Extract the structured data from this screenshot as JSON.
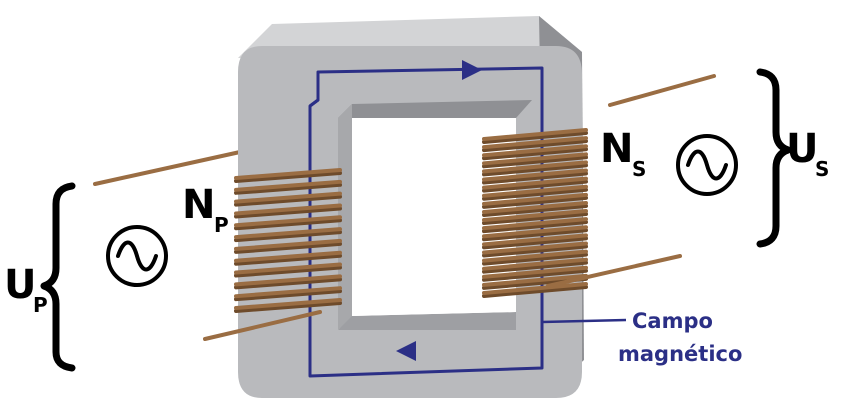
{
  "primary": {
    "voltage_symbol": "U",
    "voltage_sub": "P",
    "turns_symbol": "N",
    "turns_sub": "P",
    "source_icon": "ac-source-icon"
  },
  "secondary": {
    "voltage_symbol": "U",
    "voltage_sub": "S",
    "turns_symbol": "N",
    "turns_sub": "S",
    "source_icon": "ac-source-icon"
  },
  "field_label": {
    "line1": "Campo",
    "line2": "magnético"
  },
  "colors": {
    "core_face": "#b9babd",
    "core_top": "#d3d4d6",
    "core_side": "#8f9094",
    "wire": "#9a6d43",
    "flux_path": "#2b2f86",
    "text": "#000000"
  }
}
